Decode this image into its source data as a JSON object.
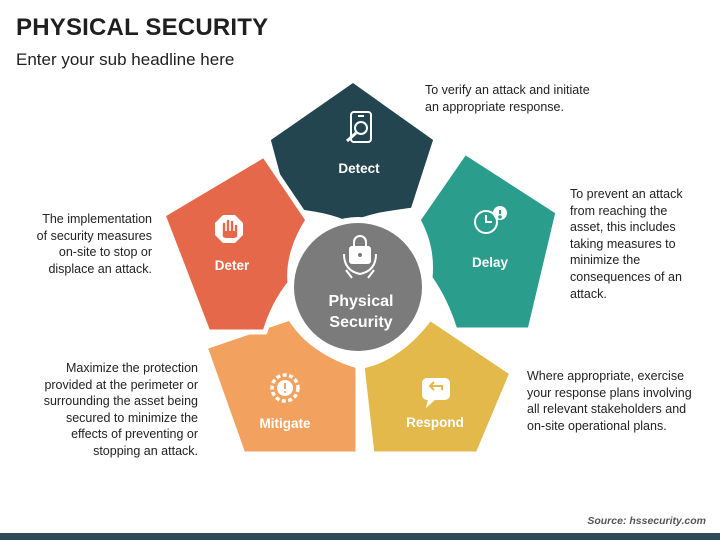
{
  "header": {
    "title": "PHYSICAL SECURITY",
    "subtitle": "Enter your sub headline here"
  },
  "center": {
    "line1": "Physical",
    "line2": "Security",
    "icon": "padlock-hands-icon",
    "color": "#7b7b7b"
  },
  "segments": [
    {
      "label": "Detect",
      "color": "#234550",
      "icon": "phone-magnifier-icon",
      "description": [
        "To verify an attack and initiate",
        "an appropriate response."
      ]
    },
    {
      "label": "Delay",
      "color": "#2a9d8c",
      "icon": "clock-alert-icon",
      "description": [
        "To prevent an attack",
        "from reaching the",
        "asset, this includes",
        "taking measures to",
        "minimize the",
        "consequences of an",
        "attack."
      ]
    },
    {
      "label": "Respond",
      "color": "#e4b94b",
      "icon": "reply-bubble-icon",
      "description": [
        "Where appropriate, exercise",
        "your response plans involving",
        "all relevant stakeholders and",
        "on-site operational plans."
      ]
    },
    {
      "label": "Mitigate",
      "color": "#f2a25e",
      "icon": "gear-alert-icon",
      "description": [
        "Maximize the protection",
        "provided at the perimeter or",
        "surrounding the asset being",
        "secured to minimize the",
        "effects of preventing or",
        "stopping an attack."
      ]
    },
    {
      "label": "Deter",
      "color": "#e5684a",
      "icon": "stop-hand-icon",
      "description": [
        "The implementation",
        "of security measures",
        "on-site to stop or",
        "displace an attack."
      ]
    }
  ],
  "footer": {
    "source": "Source: hssecurity.com"
  }
}
